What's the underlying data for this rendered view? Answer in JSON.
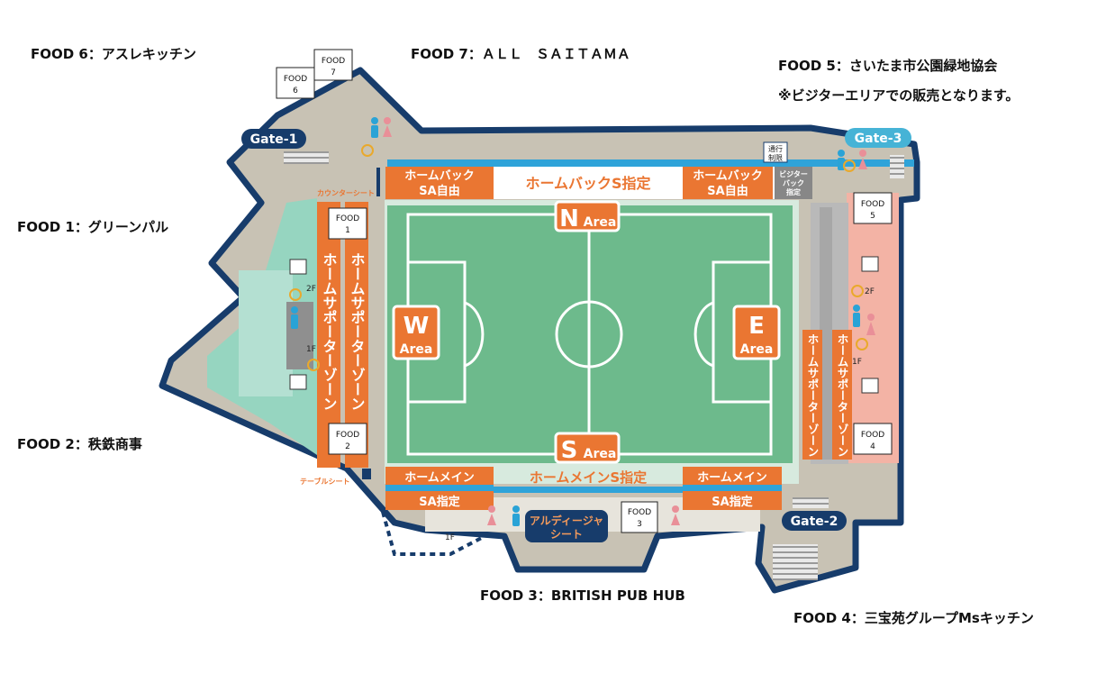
{
  "food_labels": {
    "food6": "FOOD 6：アスレキッチン",
    "food7": "FOOD 7：ＡＬＬ　ＳＡＩＴＡＭＡ",
    "food5": "FOOD 5：さいたま市公園緑地協会",
    "food5_note": "※ビジターエリアでの販売となります。",
    "food1": "FOOD 1：グリーンパル",
    "food2": "FOOD 2：秩鉄商事",
    "food3": "FOOD 3：BRITISH PUB HUB",
    "food4": "FOOD 4：三宝苑グループMsキッチン"
  },
  "food_boxes": {
    "word": "FOOD",
    "n1": "1",
    "n2": "2",
    "n3": "3",
    "n4": "4",
    "n5": "5",
    "n6": "6",
    "n7": "7"
  },
  "gates": {
    "g1": "Gate-1",
    "g2": "Gate-2",
    "g3": "Gate-3"
  },
  "areas": {
    "area_word": "Area",
    "n": "N",
    "s": "S",
    "w": "W",
    "e": "E"
  },
  "seats": {
    "home_back_sa_1": "ホームバック",
    "home_back_sa_2": "SA自由",
    "home_back_s": "ホームバックS指定",
    "home_main_1": "ホームメイン",
    "home_main_2": "SA指定",
    "home_main_s": "ホームメインS指定",
    "home_supporter": "ホームサポーターゾーン",
    "visitor_back_1": "ビジター",
    "visitor_back_2": "バック",
    "visitor_back_3": "指定",
    "counter_seat": "カウンターシート",
    "table_seat": "テーブルシート",
    "ardija_seat_1": "アルディージャ",
    "ardija_seat_2": "シート"
  },
  "misc": {
    "no_pass_1": "通行",
    "no_pass_2": "制限",
    "floor_2f": "2F",
    "floor_1f": "1F"
  },
  "colors": {
    "pitch": "#6dba8c",
    "orange": "#ea7632",
    "navy": "#173c6b",
    "gate3": "#46b3d6",
    "visitor_pink": "#f3b3a5",
    "concourse_teal": "#96d5c0",
    "building_gray": "#c8c2b4"
  }
}
